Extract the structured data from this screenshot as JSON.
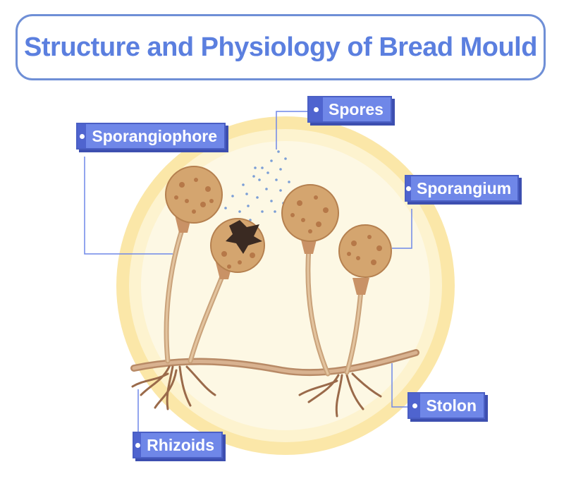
{
  "title": "Structure and Physiology of Bread Mould",
  "labels": {
    "sporangiophore": "Sporangiophore",
    "spores": "Spores",
    "sporangium": "Sporangium",
    "stolon": "Stolon",
    "rhizoids": "Rhizoids"
  },
  "colors": {
    "accent": "#6f87e8",
    "title": "#5b7fdf",
    "mould": "#d4a56f",
    "stalk": "#c9a27a",
    "halo": "#fbe7a8"
  }
}
